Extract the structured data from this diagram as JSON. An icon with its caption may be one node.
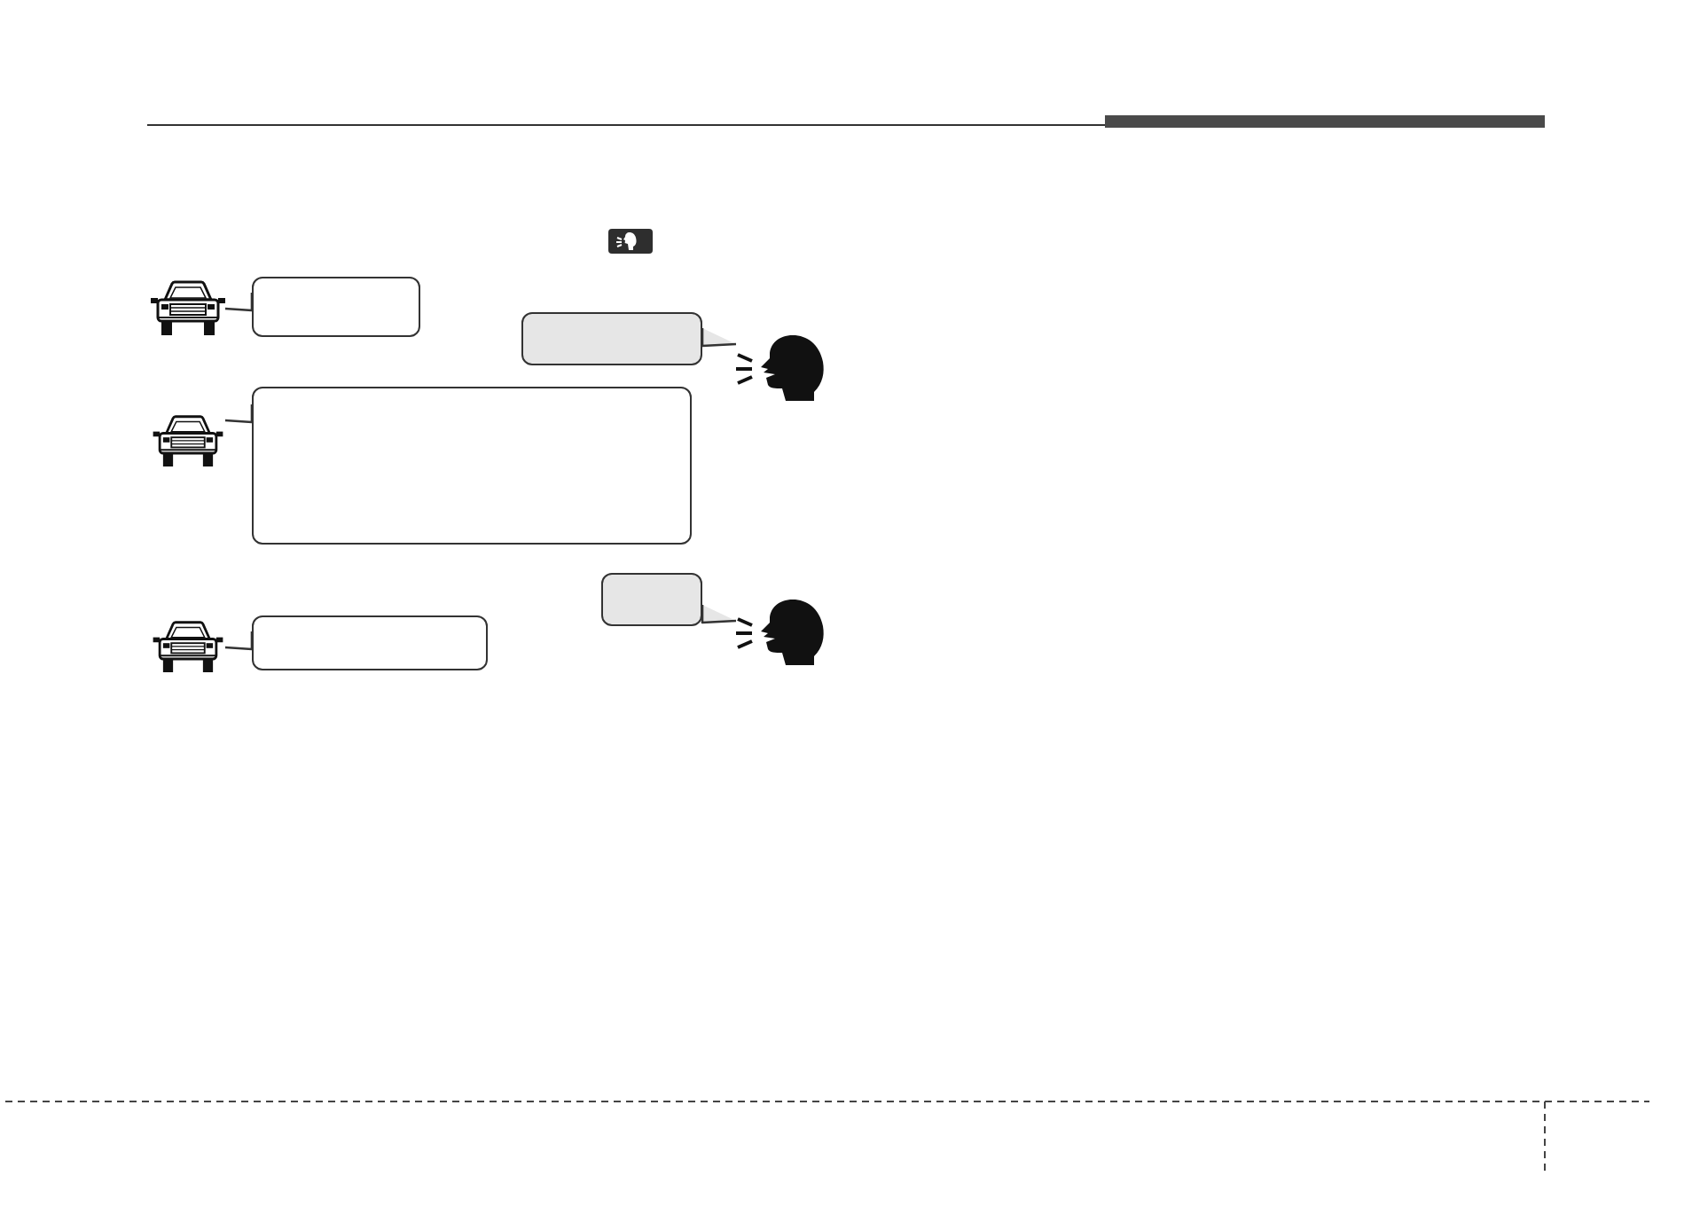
{
  "diagram": {
    "nodes": [
      {
        "text": [],
        "shape": "picture"
      },
      {
        "text": [],
        "shape": "box"
      },
      {
        "text": [],
        "shape": "box"
      },
      {
        "text": [],
        "shape": "person"
      },
      {
        "text": [],
        "shape": "picture"
      },
      {
        "text": [],
        "shape": "box"
      },
      {
        "text": [],
        "shape": "box"
      },
      {
        "text": [],
        "shape": "person"
      },
      {
        "text": [],
        "shape": "picture"
      },
      {
        "text": [],
        "shape": "box"
      }
    ],
    "edges": [
      {
        "from": 1,
        "to": 0,
        "arrow": "to"
      },
      {
        "from": 2,
        "to": 3,
        "arrow": "to"
      },
      {
        "from": 5,
        "to": 4,
        "arrow": "to"
      },
      {
        "from": 6,
        "to": 7,
        "arrow": "to"
      },
      {
        "from": 9,
        "to": 8,
        "arrow": "to"
      }
    ]
  }
}
